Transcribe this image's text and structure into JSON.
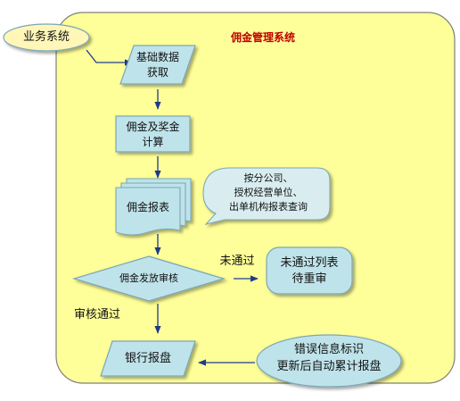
{
  "diagram": {
    "system_title": "佣金管理系统",
    "source_system": "业务系统",
    "data_fetch": [
      "基础数据",
      "获取"
    ],
    "calculation": [
      "佣金及奖金",
      "计算"
    ],
    "report": "佣金报表",
    "report_query_note": [
      "按分公司、",
      "授权经营单位、",
      "出单机构报表查询"
    ],
    "review": "佣金发放审核",
    "rejected_label": "未通过",
    "approved_label": "审核通过",
    "rejected_list": [
      "未通过列表",
      "待重审"
    ],
    "bank_report": "银行报盘",
    "error_note": [
      "错误信息标识",
      "更新后自动累计报盘"
    ]
  },
  "colors": {
    "panel_fill": "#ffff99",
    "panel_stroke": "#7f7f7f",
    "node_fill": "#bfe3ea",
    "node_stroke": "#7aa7b5",
    "arrow": "#1f3a8a",
    "title_red": "#c00000",
    "bubble_fill": "#d9edf0"
  }
}
